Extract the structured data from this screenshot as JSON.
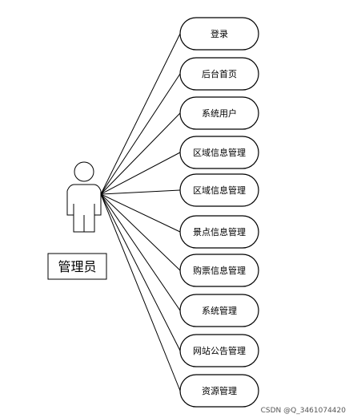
{
  "actor": {
    "name": "管理员"
  },
  "use_cases": [
    "登录",
    "后台首页",
    "系统用户",
    "区域信息管理",
    "区域信息管理",
    "景点信息管理",
    "购票信息管理",
    "系统管理",
    "网站公告管理",
    "资源管理"
  ],
  "watermark": "CSDN @Q_3461074420"
}
